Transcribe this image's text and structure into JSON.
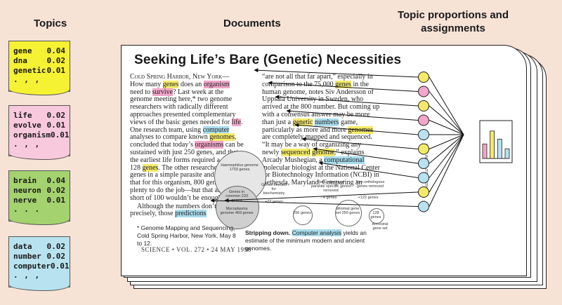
{
  "headers": {
    "topics": "Topics",
    "documents": "Documents",
    "proportions_line1": "Topic proportions and",
    "proportions_line2": "assignments"
  },
  "topics": [
    {
      "color": "#f5f233",
      "words": [
        [
          "gene",
          "0.04"
        ],
        [
          "dna",
          "0.02"
        ],
        [
          "genetic",
          "0.01"
        ]
      ],
      "more": ". , ,"
    },
    {
      "color": "#f8c8dc",
      "words": [
        [
          "life",
          "0.02"
        ],
        [
          "evolve",
          "0.01"
        ],
        [
          "organism",
          "0.01"
        ]
      ],
      "more": ". , ,"
    },
    {
      "color": "#a3d26e",
      "words": [
        [
          "brain",
          "0.04"
        ],
        [
          "neuron",
          "0.02"
        ],
        [
          "nerve",
          "0.01"
        ]
      ],
      "more": ". . ."
    },
    {
      "color": "#b8e2ef",
      "words": [
        [
          "data",
          "0.02"
        ],
        [
          "number",
          "0.02"
        ],
        [
          "computer",
          "0.01"
        ]
      ],
      "more": ". , ,"
    }
  ],
  "doc": {
    "title": "Seeking Life’s Bare (Genetic) Necessities",
    "col1": {
      "dateline": "Cold Spring Harbor, New York—",
      "p1": [
        [
          "How many ",
          ""
        ],
        [
          "genes",
          "hy"
        ],
        [
          " does an ",
          ""
        ],
        [
          "organism",
          "hp"
        ],
        [
          " need to ",
          ""
        ],
        [
          "survive",
          "hp"
        ],
        [
          "? Last week at the genome meeting here,* two genome researchers with radically different approaches presented complementary views of the basic genes needed for ",
          ""
        ],
        [
          "life",
          "hp"
        ],
        [
          ". One research team, using ",
          ""
        ],
        [
          "computer",
          "hb"
        ],
        [
          " analyses to compare known ",
          ""
        ],
        [
          "genomes",
          "hy"
        ],
        [
          ", concluded that today’s ",
          ""
        ],
        [
          "organisms",
          "hp"
        ],
        [
          " can be sustained with just 250 genes, and that the earliest life forms required a mere 128 ",
          ""
        ],
        [
          "genes",
          "hy"
        ],
        [
          ". The other researcher mapped genes in a simple parasite and estimated that for this organism, 800 genes are plenty to do the job—but that anything short of 100 wouldn’t be enough.",
          ""
        ]
      ],
      "p2": [
        [
          "Although the numbers don’t match precisely, those ",
          ""
        ],
        [
          "predictions",
          "hb"
        ]
      ],
      "footnote": "* Genome Mapping and Sequencing, Cold Spring Harbor, New York, May 8 to 12."
    },
    "col2": {
      "p1": [
        [
          "“are not all that far apart,” especially in comparison to the 75,000 ",
          ""
        ],
        [
          "genes",
          "hy"
        ],
        [
          " in the human genome, notes Siv Andersson of Uppsala University in Sweden, who arrived at the 800 number. But coming up with a consensus answer may be more than just a ",
          ""
        ],
        [
          "genetic",
          "hy"
        ],
        [
          " ",
          ""
        ],
        [
          "numbers",
          "hb"
        ],
        [
          " game, particularly as more and more ",
          ""
        ],
        [
          "genomes",
          "hy"
        ],
        [
          " are completely mapped and sequenced. “It may be a way of organizing any newly ",
          ""
        ],
        [
          "sequenced",
          "hy"
        ],
        [
          " ",
          ""
        ],
        [
          "genome",
          "hy"
        ],
        [
          ",” explains Arcady Mushegian, a ",
          ""
        ],
        [
          "computational",
          "hb"
        ],
        [
          " molecular biologist at the National Center for Biotechnology Information (NCBI) in Bethesda, Maryland. Comparing an",
          ""
        ]
      ]
    },
    "figure": {
      "haemophilus": "Haemophilus genome 1703 genes",
      "common": "Genes in common 233 genes",
      "mycoplasma": "Mycoplasma genome 469 genes",
      "needed": "Genes needed for biochemistry",
      "plus22": "+22 genes",
      "redundant": "Redundant and parasite specific genes removed",
      "minus4": "- 4 genes",
      "g256": "256 genes",
      "nonortho": "Non-orthologous genes removed",
      "minus122": "+122 genes",
      "minimal": "Minimal gene set 250 genes",
      "ancient": "128 genes",
      "ancestral": "Ancestral gene set",
      "side_credit": "ADAPTED FROM NCBI"
    },
    "caption": [
      [
        "Stripping down. ",
        "b"
      ],
      [
        "Computer analysis",
        "hb"
      ],
      [
        " yields an estimate of the minimum modern and ancient genomes.",
        ""
      ]
    ],
    "footer": "SCIENCE • VOL. 272 • 24 MAY 1996"
  },
  "circle_colors": [
    "#f5e96a",
    "#f2a6c9",
    "#f5e96a",
    "#f2a6c9",
    "#b8e2ef",
    "#f5e96a",
    "#b8e2ef",
    "#b8e2ef",
    "#f5e96a",
    "#b8e2ef"
  ],
  "histogram": {
    "values": [
      0.45,
      0.85,
      0.6,
      0.3
    ],
    "colors": [
      "#f2a6c9",
      "#f5e96a",
      "#b8e2ef",
      "#b8e2ef"
    ]
  }
}
